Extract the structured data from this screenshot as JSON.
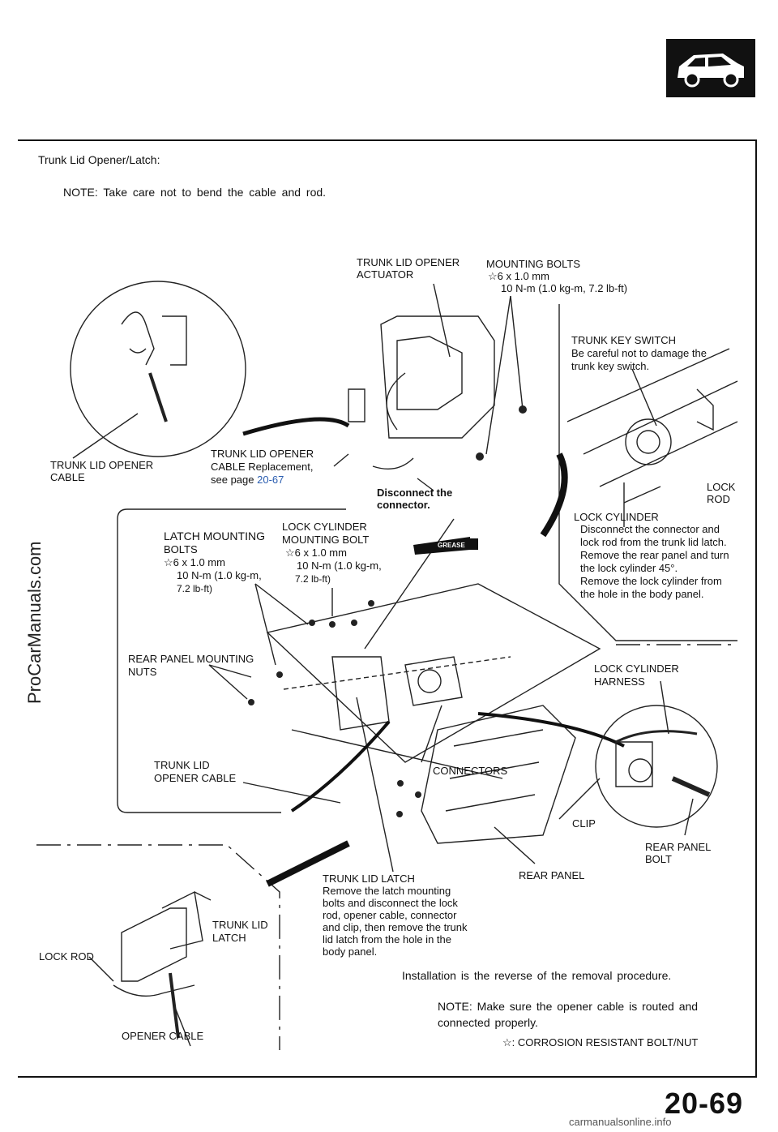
{
  "section_title": "Trunk Lid Opener/Latch:",
  "note_top": "NOTE:  Take care not to bend the cable and rod.",
  "labels": {
    "actuator_1": "TRUNK LID OPENER",
    "actuator_2": "ACTUATOR",
    "mount_bolts": "MOUNTING BOLTS",
    "mount_bolts_size": "☆6 x 1.0 mm",
    "mount_bolts_torque": "10 N-m (1.0 kg-m, 7.2 lb-ft)",
    "key_switch": "TRUNK KEY SWITCH",
    "key_switch_note_1": "Be careful not to damage the",
    "key_switch_note_2": "trunk key switch.",
    "opener_cable_1": "TRUNK LID OPENER",
    "opener_cable_2": "CABLE",
    "cable_repl_1": "TRUNK LID OPENER",
    "cable_repl_2": "CABLE Replacement,",
    "cable_repl_3": "see page",
    "cable_repl_page": "20-67",
    "disconnect_1": "Disconnect the",
    "disconnect_2": "connector.",
    "lock_rod_1": "LOCK",
    "lock_rod_2": "ROD",
    "latch_bolts_1": "LATCH MOUNTING",
    "latch_bolts_2": "BOLTS",
    "latch_bolts_size": "☆6 x 1.0 mm",
    "latch_bolts_torque_1": "10 N-m (1.0 kg-m,",
    "latch_bolts_torque_2": "7.2  lb-ft)",
    "cyl_bolt_1": "LOCK CYLINDER",
    "cyl_bolt_2": "MOUNTING BOLT",
    "cyl_bolt_size": "☆6 x 1.0 mm",
    "cyl_bolt_torque_1": "10 N-m (1.0 kg-m,",
    "cyl_bolt_torque_2": "7.2  lb-ft)",
    "grease": "GREASE",
    "lock_cyl": "LOCK CYLINDER",
    "lock_cyl_1": "Disconnect the connector and",
    "lock_cyl_2": "lock rod from the trunk lid latch.",
    "lock_cyl_3": "Remove the rear panel and turn",
    "lock_cyl_4": "the lock cylinder 45°.",
    "lock_cyl_5": "Remove the lock cylinder from",
    "lock_cyl_6": "the hole in the body panel.",
    "rear_nuts_1": "REAR PANEL MOUNTING",
    "rear_nuts_2": "NUTS",
    "harness_1": "LOCK CYLINDER",
    "harness_2": "HARNESS",
    "lid_cable_1": "TRUNK LID",
    "lid_cable_2": "OPENER CABLE",
    "connectors": "CONNECTORS",
    "clip": "CLIP",
    "rear_bolt_1": "REAR PANEL",
    "rear_bolt_2": "BOLT",
    "rear_panel": "REAR PANEL",
    "latch_title": "TRUNK LID LATCH",
    "latch_1": "Remove the latch mounting",
    "latch_2": "bolts and disconnect the lock",
    "latch_3": "rod, opener cable, connector",
    "latch_4": "and clip, then remove the trunk",
    "latch_5": "lid latch from the hole in the",
    "latch_6": "body panel.",
    "inset_latch_1": "TRUNK LID",
    "inset_latch_2": "LATCH",
    "inset_lock_rod": "LOCK ROD",
    "inset_opener": "OPENER CABLE"
  },
  "install": "Installation is the reverse of the removal procedure.",
  "note_bottom_1": "NOTE:  Make sure the opener cable is routed and",
  "note_bottom_2": "connected properly.",
  "legend": "☆: CORROSION RESISTANT BOLT/NUT",
  "page_number": "20-69",
  "watermark": "ProCarManuals.com",
  "footer": "carmanualsonline.info"
}
